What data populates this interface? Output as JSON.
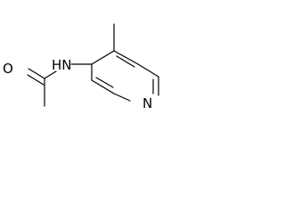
{
  "molecule": {
    "atoms": {
      "amide_nitrogen": "HN",
      "carbonyl_oxygen": "O",
      "ring_nitrogen": "N"
    }
  }
}
